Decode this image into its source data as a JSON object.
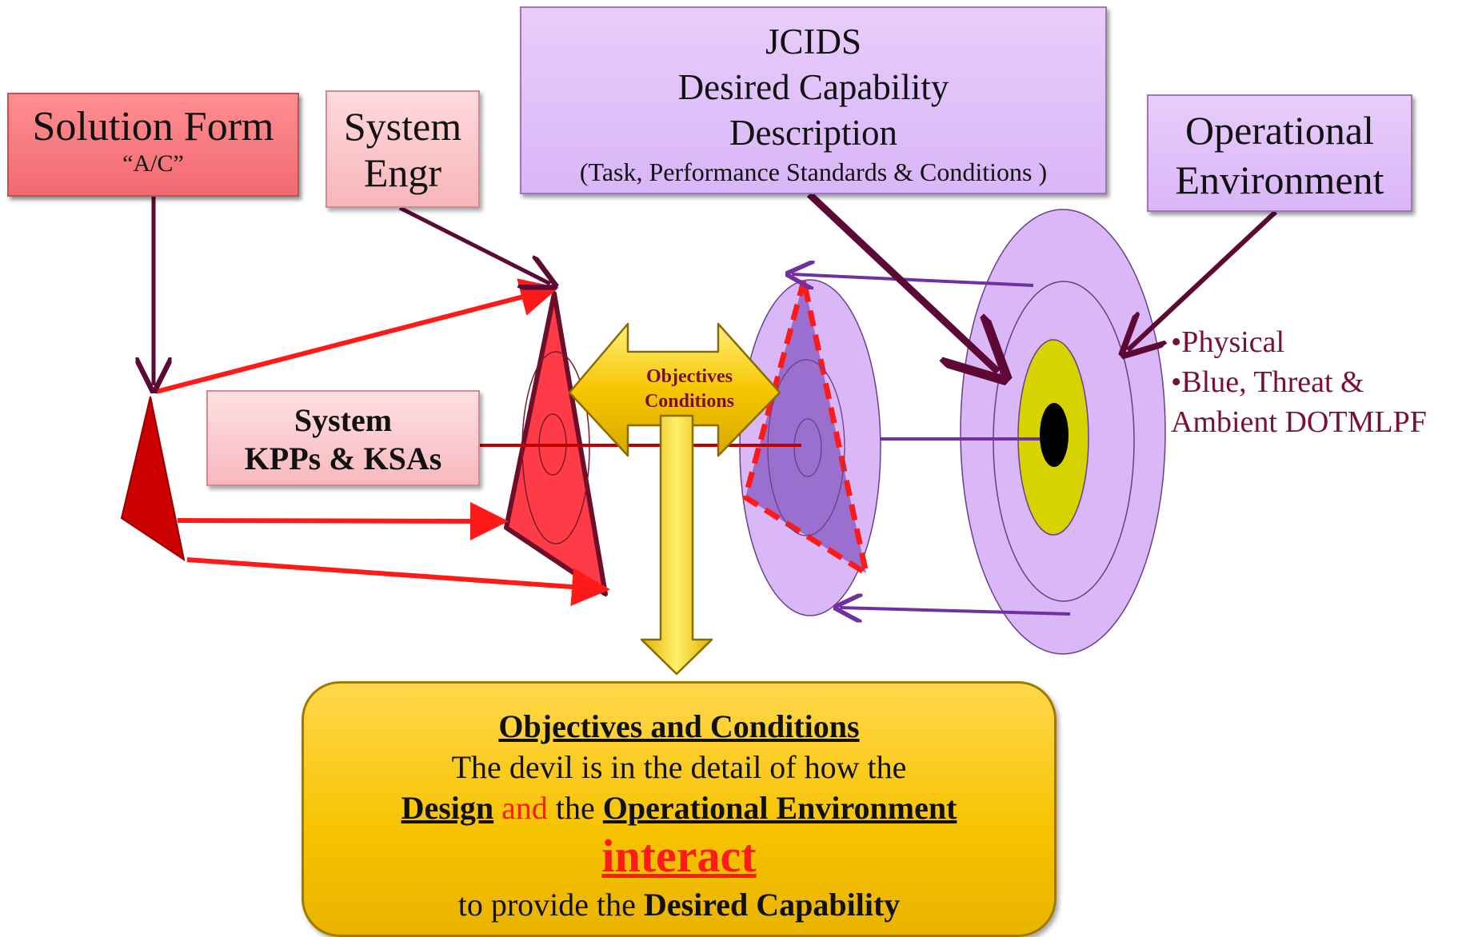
{
  "solution_form": {
    "title": "Solution  Form",
    "subtitle": "“A/C”"
  },
  "system_engr": {
    "line1": "System",
    "line2": "Engr"
  },
  "jcids": {
    "line1": "JCIDS",
    "line2": "Desired Capability",
    "line3": "Description",
    "line4": "(Task, Performance Standards & Conditions )"
  },
  "operational_environment": {
    "line1": "Operational",
    "line2": "Environment"
  },
  "environment_list": {
    "item1": "•Physical",
    "item2": "•Blue, Threat &",
    "item3": "Ambient DOTMLPF"
  },
  "system_kpps": {
    "line1": "System",
    "line2": "KPPs & KSAs"
  },
  "double_arrow": {
    "line1": "Objectives",
    "line2": "Conditions"
  },
  "summary": {
    "heading": "Objectives and Conditions",
    "line1": "The devil is in the detail of how the",
    "design": "Design",
    "and": "and",
    "the": "the",
    "operational_environment": "Operational Environment",
    "interact": "interact",
    "provide_prefix": "to provide the",
    "desired_capability": "Desired Capability"
  },
  "colors": {
    "red_arrow": "#ff1a1a",
    "dark_arrow": "#5c0a35",
    "purple_arrow": "#7030a0",
    "gold": "#f6c200",
    "lavender": "#dab8f8"
  }
}
